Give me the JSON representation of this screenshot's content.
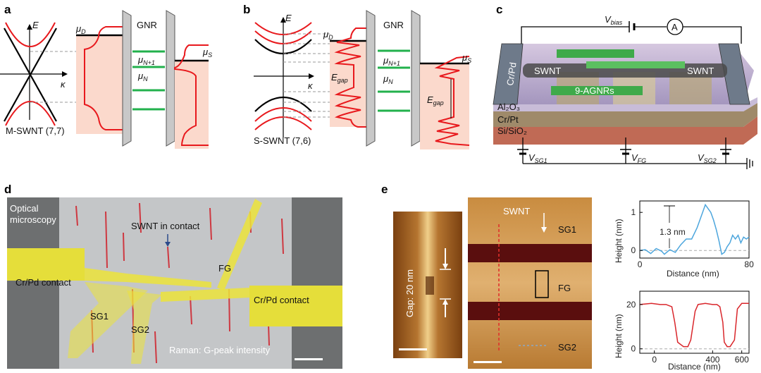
{
  "panels": {
    "a": {
      "letter": "a",
      "axis_e": "E",
      "axis_k": "κ",
      "mu_d": "μ",
      "mu_d_sub": "D",
      "gnr": "GNR",
      "mu_n1": "μ",
      "mu_n1_sub": "N+1",
      "mu_n": "μ",
      "mu_n_sub": "N",
      "mu_s": "μ",
      "mu_s_sub": "S",
      "caption": "M-SWNT (7,7)"
    },
    "b": {
      "letter": "b",
      "axis_e": "E",
      "axis_k": "κ",
      "mu_d": "μ",
      "mu_d_sub": "D",
      "gnr": "GNR",
      "mu_n1": "μ",
      "mu_n1_sub": "N+1",
      "mu_n": "μ",
      "mu_n_sub": "N",
      "mu_s": "μ",
      "mu_s_sub": "S",
      "egap": "E",
      "egap_sub": "gap",
      "egap2": "E",
      "egap2_sub": "gap",
      "caption": "S-SWNT (7,6)"
    },
    "c": {
      "letter": "c",
      "vbias": "V",
      "vbias_sub": "bias",
      "ammeter": "A",
      "crpd": "Cr/Pd",
      "swnt_left": "SWNT",
      "swnt_right": "SWNT",
      "agnr": "9-AGNRs",
      "al2o3": "Al₂O₃",
      "crpt": "Cr/Pt",
      "sisio2": "Si/SiO₂",
      "vsg1": "V",
      "vsg1_sub": "SG1",
      "vfg": "V",
      "vfg_sub": "FG",
      "vsg2": "V",
      "vsg2_sub": "SG2"
    },
    "d": {
      "letter": "d",
      "optical": "Optical",
      "microscopy": "microscopy",
      "swnt_contact": "SWNT in contact",
      "crpd_left": "Cr/Pd contact",
      "crpd_right": "Cr/Pd contact",
      "fg": "FG",
      "sg1": "SG1",
      "sg2": "SG2",
      "raman": "Raman: G-peak intensity"
    },
    "e": {
      "letter": "e",
      "gap": "Gap: 20 nm",
      "swnt": "SWNT",
      "sg1": "SG1",
      "fg": "FG",
      "sg2": "SG2"
    }
  },
  "colors": {
    "red_band": "#e8191d",
    "green_level": "#22b14c",
    "gold": "#ece33a",
    "afm_bright": "#d9a55a",
    "afm_dark": "#5a0e0e",
    "line_blue": "#4da6dd",
    "line_red": "#d9262b"
  },
  "chart_data": [
    {
      "type": "line",
      "xlabel": "Distance (nm)",
      "ylabel": "Height (nm)",
      "xlim": [
        0,
        80
      ],
      "ylim": [
        -0.2,
        1.3
      ],
      "xticks": [
        "0",
        "80"
      ],
      "yticks": [
        "0",
        "1"
      ],
      "annotation": "1.3 nm",
      "series": [
        {
          "x": [
            0,
            4,
            8,
            12,
            16,
            18,
            22,
            26,
            30,
            34,
            38,
            42,
            46,
            48,
            50,
            52,
            54,
            56,
            58,
            60,
            62,
            64,
            66,
            68,
            70,
            72,
            74,
            76,
            78,
            80
          ],
          "y": [
            0.0,
            0.02,
            -0.08,
            0.05,
            -0.02,
            -0.1,
            0.02,
            -0.05,
            0.15,
            0.3,
            0.3,
            0.6,
            1.0,
            1.2,
            1.1,
            1.0,
            0.8,
            0.55,
            0.25,
            -0.1,
            -0.05,
            0.1,
            0.2,
            0.4,
            0.3,
            0.4,
            0.2,
            0.35,
            0.3,
            0.35
          ]
        }
      ]
    },
    {
      "type": "line",
      "xlabel": "Distance (nm)",
      "ylabel": "Height (nm)",
      "xlim": [
        -100,
        650
      ],
      "ylim": [
        -2,
        26
      ],
      "xticks": [
        "0",
        "400",
        "600"
      ],
      "yticks": [
        "0",
        "20"
      ],
      "series": [
        {
          "x": [
            -100,
            -20,
            40,
            80,
            120,
            140,
            160,
            200,
            230,
            250,
            280,
            300,
            350,
            400,
            430,
            450,
            470,
            480,
            500,
            520,
            550,
            570,
            600,
            650
          ],
          "y": [
            20,
            20.5,
            20,
            20,
            19,
            12,
            3,
            1,
            1,
            4,
            17,
            20,
            20.5,
            20,
            20,
            19,
            12,
            3,
            1,
            1,
            4,
            18,
            20.5,
            20.5
          ]
        }
      ]
    }
  ]
}
